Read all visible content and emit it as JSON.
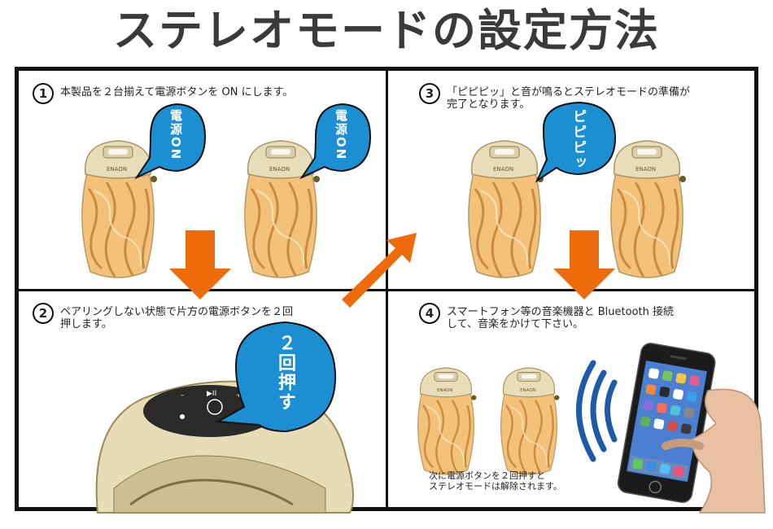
{
  "title": "ステレオモードの設定方法",
  "steps": [
    {
      "num": "1",
      "text": "本製品を２台揃えて電源ボタンを ON にします。"
    },
    {
      "num": "2",
      "text": "ペアリングしない状態で片方の電源ボタンを２回\n押します。"
    },
    {
      "num": "3",
      "text": "「ピピピッ」と音が鳴るとステレオモードの準備が\n完了となります。"
    },
    {
      "num": "4",
      "text": "スマートフォン等の音楽機器と Bluetooth 接続\nして、音楽をかけて下さい。"
    }
  ],
  "bubbles": {
    "power_on": "電源ON",
    "press_twice": "２回押す",
    "beep": "ピピピッ"
  },
  "brand": "ENAON",
  "note": "次に電源ボタンを２回押すと\nステレオモードは解除されます。",
  "colors": {
    "bubble": "#1b8fd1",
    "arrow": "#ee6b0c",
    "speaker_body": "#e9dfbd",
    "speaker_glow": "#f6c47c"
  }
}
